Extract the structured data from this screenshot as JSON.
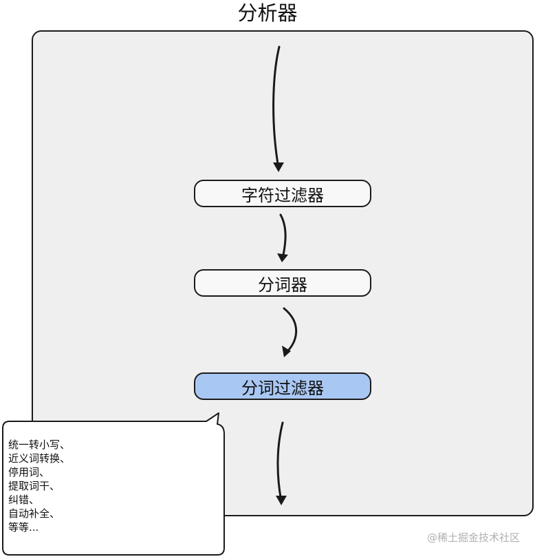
{
  "title": "分析器",
  "nodes": {
    "char_filter": "字符过滤器",
    "tokenizer": "分词器",
    "token_filter": "分词过滤器"
  },
  "callout": {
    "lines": [
      "统一转小写、",
      "近义词转换、",
      "停用词、",
      "提取词干、",
      "纠错、",
      "自动补全、",
      "等等..."
    ]
  },
  "watermark": "@稀土掘金技术社区",
  "colors": {
    "stage_bg": "#efefef",
    "highlight_node": "#a9c7f3",
    "stroke": "#1a1a1a"
  }
}
